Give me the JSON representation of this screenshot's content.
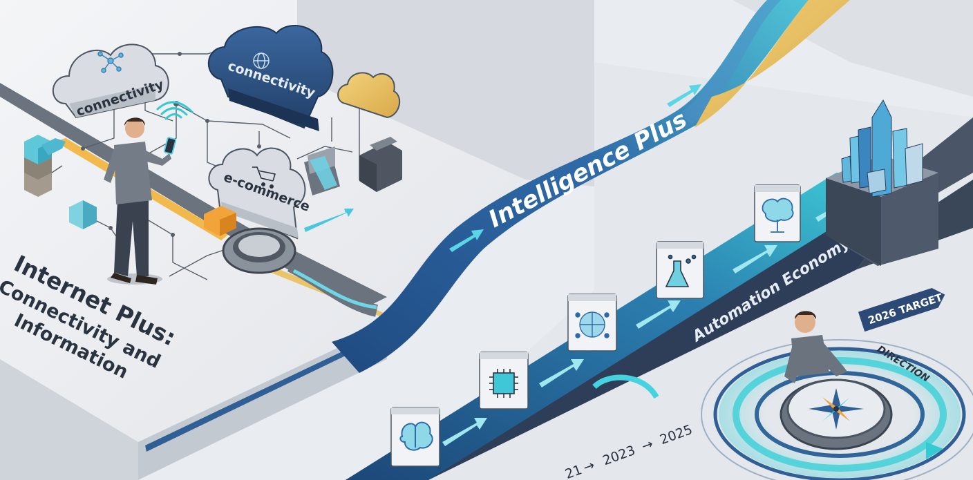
{
  "clouds": {
    "left": "connectivity",
    "center": "connectivity",
    "ecommerce": "e-commerce"
  },
  "left_title": {
    "line1": "Internet Plus:",
    "line2": "Connectivity and",
    "line3": "Information"
  },
  "ribbons": {
    "intelligence": "Intelligence Plus",
    "automation": "Automation Economy"
  },
  "target_label": "2026 TARGET",
  "compass_label": "DIRECTION",
  "timeline": {
    "y1": "21",
    "y2": "2023",
    "y3": "2025",
    "arrow": "→"
  },
  "icons": [
    "brain-icon",
    "chip-icon",
    "neural-network-icon",
    "flask-icon",
    "brain-tree-icon",
    "wifi-icon",
    "globe-icon",
    "cart-icon",
    "compass-icon",
    "city-icon"
  ],
  "colors": {
    "background": "#e9ecf0",
    "navy": "#2f5f95",
    "teal": "#35c9d4",
    "cloud_dark": "#2c5385",
    "gold": "#e9c46a",
    "orange": "#f2a33a"
  }
}
